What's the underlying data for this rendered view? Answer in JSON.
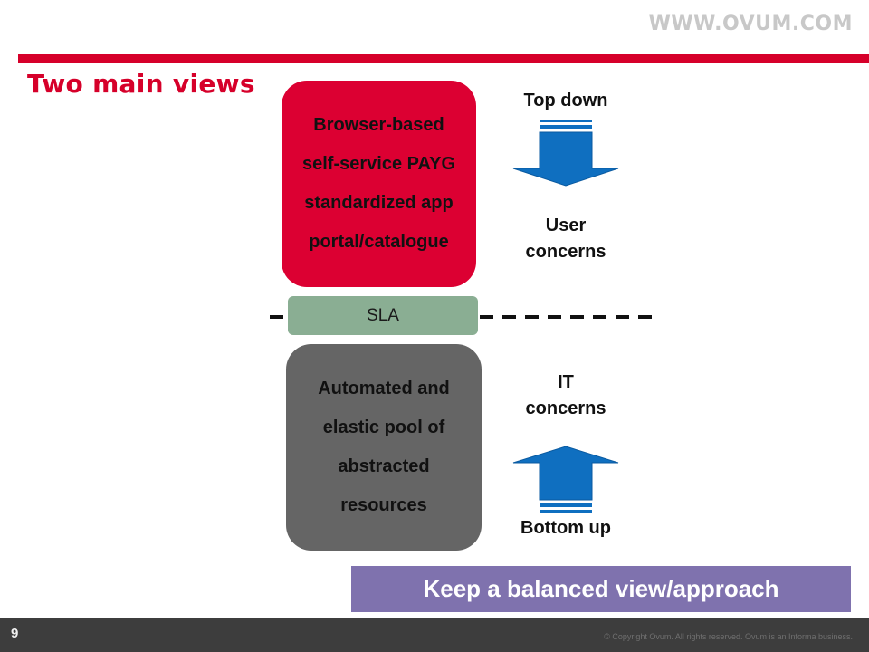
{
  "header": {
    "brand": "WWW.OVUM.COM",
    "title": "Two main views"
  },
  "diagram": {
    "top_box": {
      "lines": [
        "Browser-based",
        "self-service PAYG",
        "standardized app",
        "portal/catalogue"
      ],
      "color": "#dc0032"
    },
    "sla": {
      "label": "SLA",
      "color": "#8aae93"
    },
    "bottom_box": {
      "lines": [
        "Automated and",
        "elastic pool of",
        "abstracted",
        "resources"
      ],
      "color": "#656565"
    },
    "top_arrow": {
      "label": "Top down",
      "direction": "down",
      "color": "#0f6fc0"
    },
    "user_concerns": [
      "User",
      "concerns"
    ],
    "it_concerns": [
      "IT",
      "concerns"
    ],
    "bottom_arrow": {
      "label": "Bottom up",
      "direction": "up",
      "color": "#0f6fc0"
    }
  },
  "banner": {
    "text": "Keep a balanced view/approach",
    "color": "#7f72ae"
  },
  "footer": {
    "page_number": "9",
    "copyright": "© Copyright Ovum. All rights reserved. Ovum is an Informa business."
  }
}
